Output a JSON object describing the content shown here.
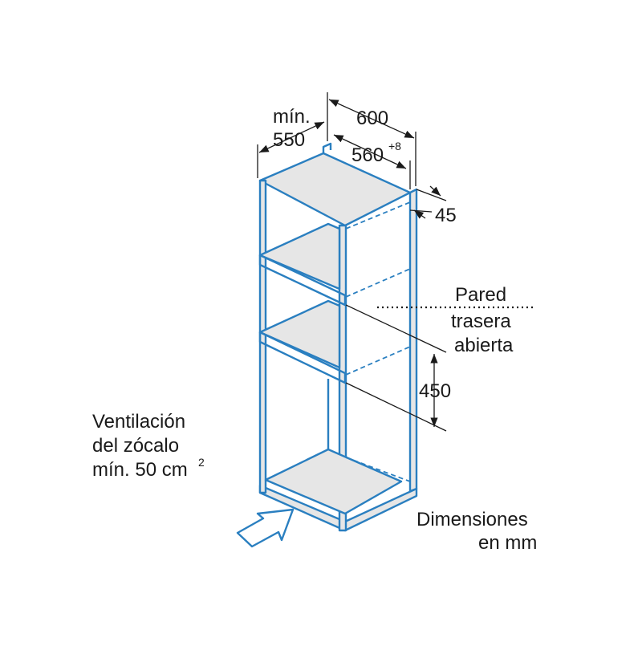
{
  "labels": {
    "min_label": "mín.",
    "depth_min": "550",
    "width_outer": "600",
    "width_inner": "560",
    "width_inner_tol": "+8",
    "top_gap": "45",
    "back_wall_line1": "Pared",
    "back_wall_line2": "trasera",
    "back_wall_line3": "abierta",
    "niche_height": "450",
    "vent_line1": "Ventilación",
    "vent_line2": "del zócalo",
    "vent_line3": "mín. 50 cm",
    "vent_sup": "2",
    "units_line1": "Dimensiones",
    "units_line2": "en mm"
  },
  "colors": {
    "cabinet_edge": "#2a7fc0",
    "cabinet_fill": "#e6e6e6",
    "text": "#1a1a1a"
  }
}
